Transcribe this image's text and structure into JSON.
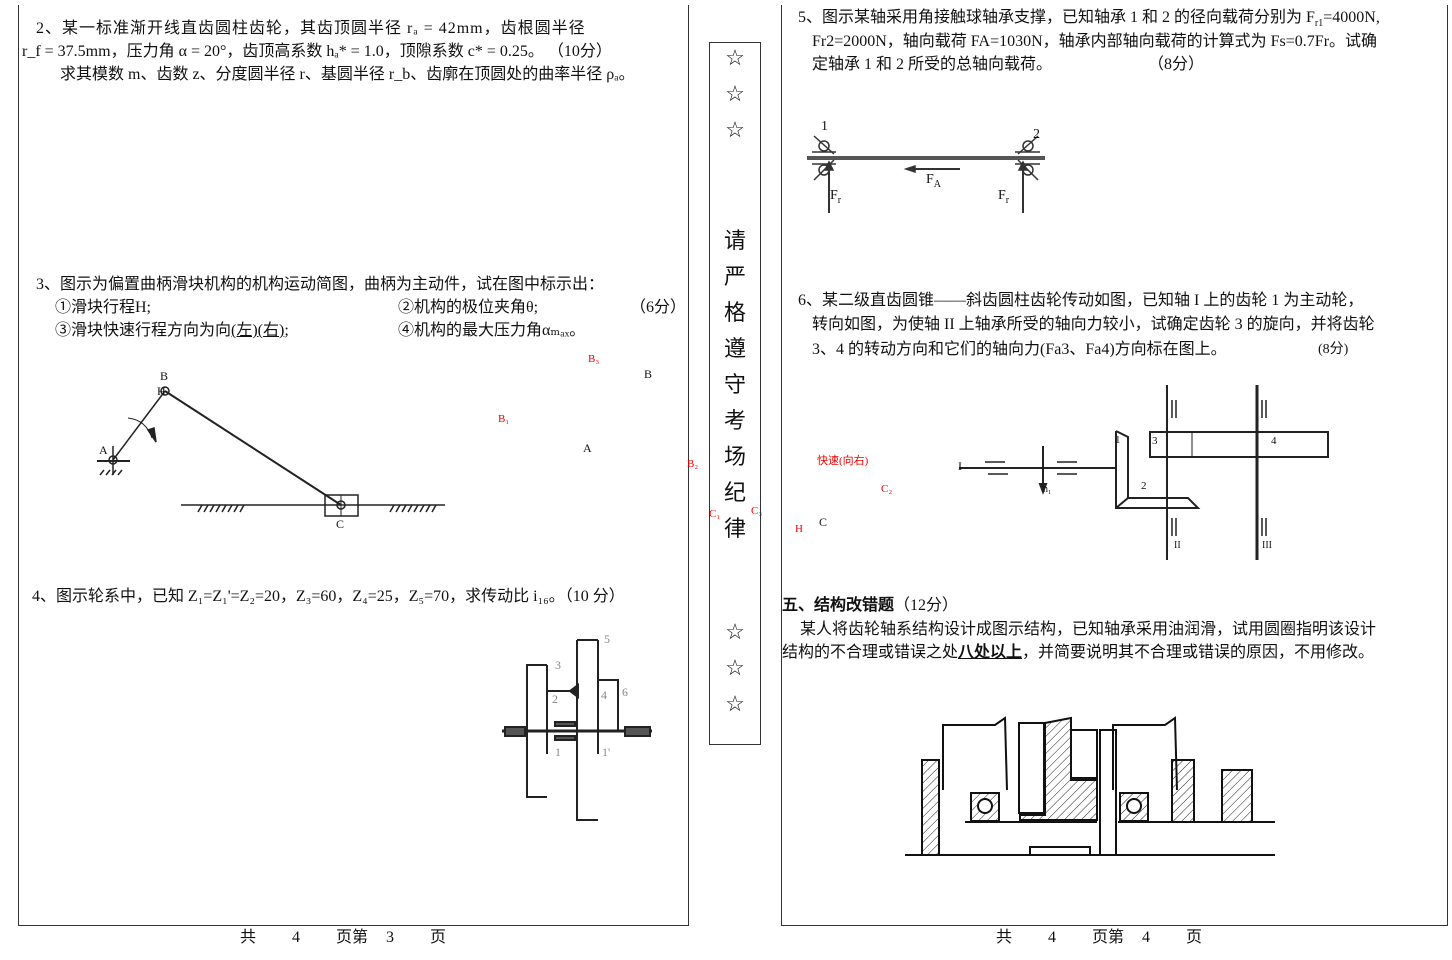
{
  "left_page": {
    "q2": {
      "line1": "2、某一标准渐开线直齿圆柱齿轮，其齿顶圆半径 rₐ = 42mm，齿根圆半径",
      "line2": "r_f = 37.5mm，压力角 α = 20°，齿顶高系数 hₐ* = 1.0，顶隙系数 c* = 0.25。 （10分）",
      "line3": "求其模数 m、齿数 z、分度圆半径 r、基圆半径 r_b、齿廓在顶圆处的曲率半径 ρₐ。"
    },
    "q3": {
      "line1": "3、图示为偏置曲柄滑块机构的机构运动简图，曲柄为主动件，试在图中标示出：",
      "item1": "①滑块行程H;",
      "item2": "②机构的极位夹角θ;",
      "points": "（6分）",
      "item3_prefix": "③滑块快速行程方向为向",
      "item3_choice": "(左)(右)",
      "item3_suffix": ";",
      "item4": "④机构的最大压力角αₘₐₓ。",
      "figure_labels": {
        "A": "A",
        "B": "B",
        "C": "C",
        "H": "H"
      },
      "answer_marks": {
        "B1": "B₁",
        "B2": "B₂",
        "B3": "B₃",
        "B": "B",
        "A": "A",
        "C1": "C₁",
        "C2": "C₂",
        "C3": "C₃",
        "C": "C",
        "H": "H",
        "fast": "快速(向右)"
      }
    },
    "q4": {
      "text": "4、图示轮系中，已知 Z₁=Z₁'=Z₂=20，Z₃=60，Z₄=25，Z₅=70，求传动比 i₁₆。（10 分）",
      "figure_labels": [
        "1",
        "1'",
        "2",
        "3",
        "4",
        "5",
        "6"
      ]
    },
    "footer": {
      "total_label": "共",
      "total": "4",
      "page_label": "页第",
      "page": "3",
      "page_suffix": "页"
    }
  },
  "side_strip": {
    "stars_top": [
      "☆",
      "☆",
      "☆"
    ],
    "notice": [
      "请",
      "严",
      "格",
      "遵",
      "守",
      "考",
      "场",
      "纪",
      "律"
    ],
    "stars_bottom": [
      "☆",
      "☆",
      "☆"
    ]
  },
  "right_page": {
    "q5": {
      "line1": "5、图示某轴采用角接触球轴承支撑，已知轴承 1 和 2 的径向载荷分别为 F",
      "line1_sub": "r1",
      "line1_end": "=4000N,",
      "line2": "Fr2=2000N，轴向载荷 FA=1030N，轴承内部轴向载荷的计算式为 Fs=0.7Fr。试确",
      "line3": "定轴承 1 和 2 所受的总轴向载荷。",
      "points": "（8分）",
      "figure_labels": {
        "b1": "1",
        "b2": "2",
        "FA": "F",
        "FA_sub": "A",
        "Fr": "F",
        "Fr_sub": "r"
      }
    },
    "q6": {
      "line1": "6、某二级直齿圆锥——斜齿圆柱齿轮传动如图，已知轴 I 上的齿轮 1 为主动轮，",
      "line2": "转向如图，为使轴 II 上轴承所受的轴向力较小，试确定齿轮 3 的旋向，并将齿轮",
      "line3": "3、4 的转动方向和它们的轴向力(Fa3、Fa4)方向标在图上。",
      "points": "(8分)",
      "figure_labels": {
        "shaft1": "I",
        "shaft2": "II",
        "shaft3": "III",
        "g1": "1",
        "g2": "2",
        "g3": "3",
        "g4": "4",
        "n1": "n₁"
      }
    },
    "section5": {
      "title": "五、结构改错题",
      "points": "（12分）",
      "line1": "某人将齿轮轴系结构设计成图示结构，已知轴承采用油润滑，试用圆圈指明该设计",
      "line2_prefix": "结构的不合理或错误之处",
      "line2_emph": "八处以上",
      "line2_suffix": "，并简要说明其不合理或错误的原因，不用修改。"
    },
    "footer": {
      "total_label": "共",
      "total": "4",
      "page_label": "页第",
      "page": "4",
      "page_suffix": "页"
    }
  }
}
